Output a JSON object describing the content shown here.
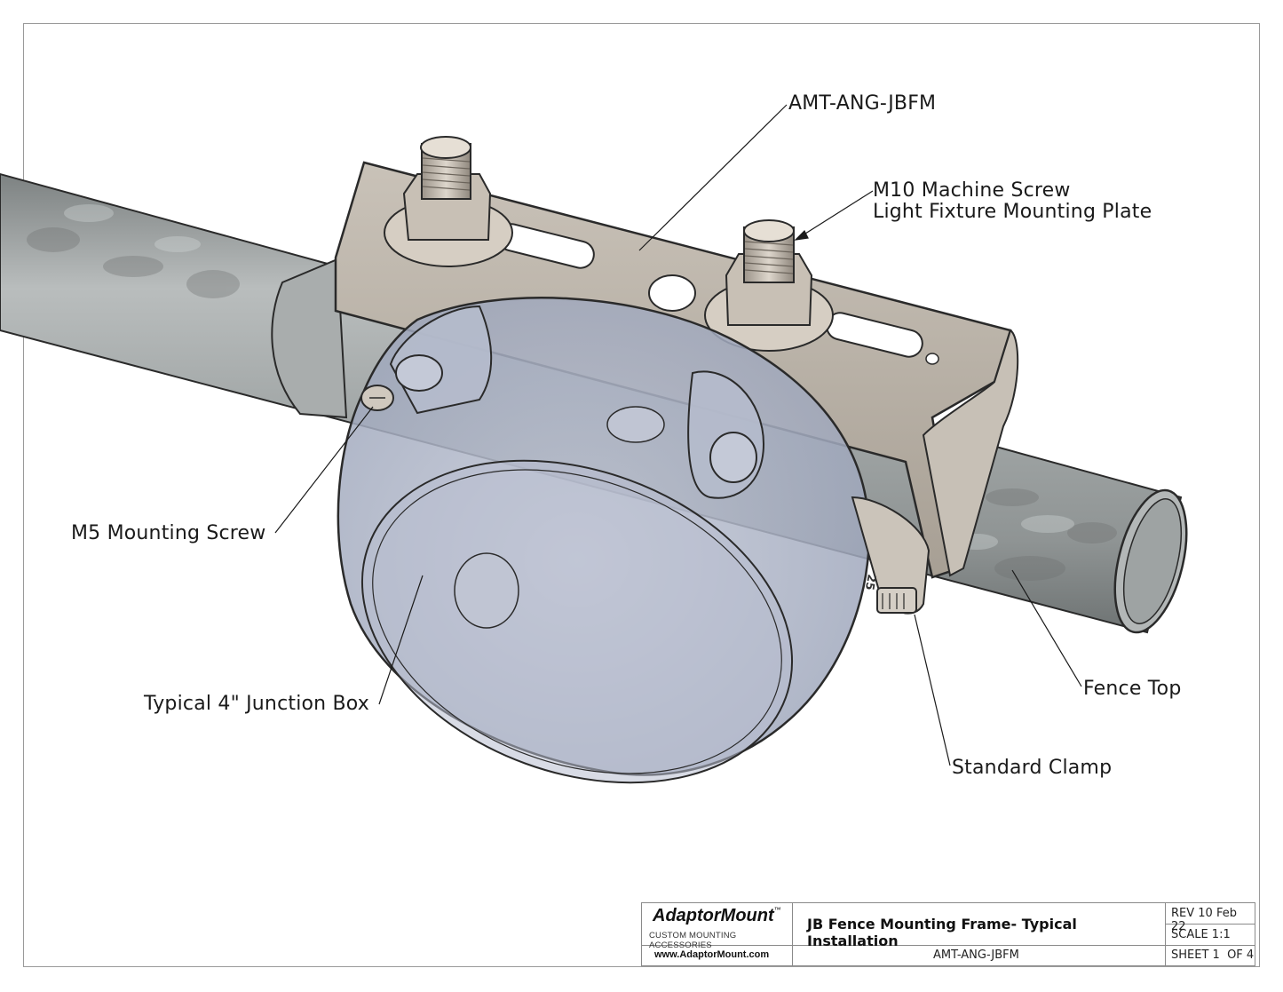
{
  "callouts": {
    "part_number": "AMT-ANG-JBFM",
    "m10_line1": "M10 Machine Screw",
    "m10_line2": "Light Fixture Mounting Plate",
    "m5": "M5 Mounting Screw",
    "junction_box": "Typical 4\" Junction Box",
    "fence_top": "Fence Top",
    "clamp": "Standard Clamp"
  },
  "clamp_marking": "25",
  "title_block": {
    "brand": "AdaptorMount",
    "trademark": "™",
    "tagline": "CUSTOM MOUNTING ACCESSORIES",
    "website": "www.AdaptorMount.com",
    "title": "JB Fence Mounting Frame- Typical Installation",
    "part_number": "AMT-ANG-JBFM",
    "revision": "REV 10 Feb 22",
    "scale": "SCALE 1:1",
    "sheet": "SHEET 1  OF 4"
  },
  "colors": {
    "pipe": "#a7abab",
    "plate": "#b9b2a8",
    "box": "#aeb4c6",
    "frame": "#9a9a9a"
  }
}
